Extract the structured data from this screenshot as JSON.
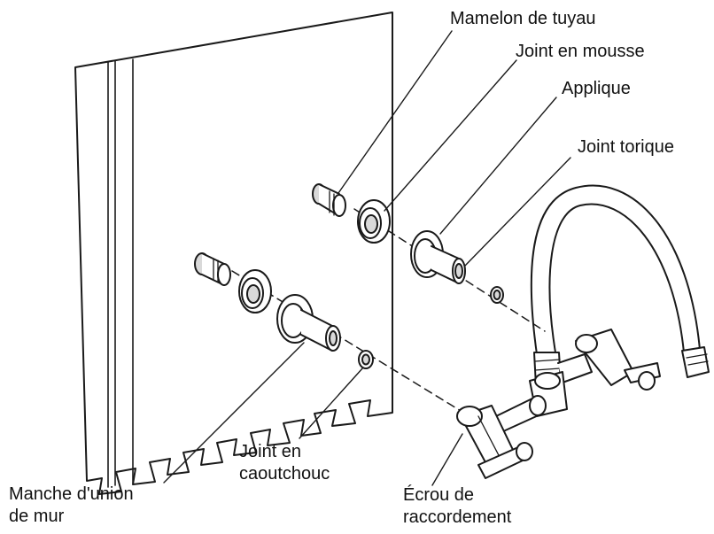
{
  "labels": {
    "mamelon": "Mamelon de tuyau",
    "joint_mousse": "Joint en mousse",
    "applique": "Applique",
    "joint_torique": "Joint torique",
    "joint_caoutchouc_line1": "Joint en",
    "joint_caoutchouc_line2": "caoutchouc",
    "ecrou_line1": "Écrou de",
    "ecrou_line2": "raccordement",
    "manche_line1": "Manche d'union",
    "manche_line2": "de mur"
  },
  "colors": {
    "line": "#1a1a1a",
    "fill": "#ffffff",
    "shade": "#d9d9d9"
  }
}
